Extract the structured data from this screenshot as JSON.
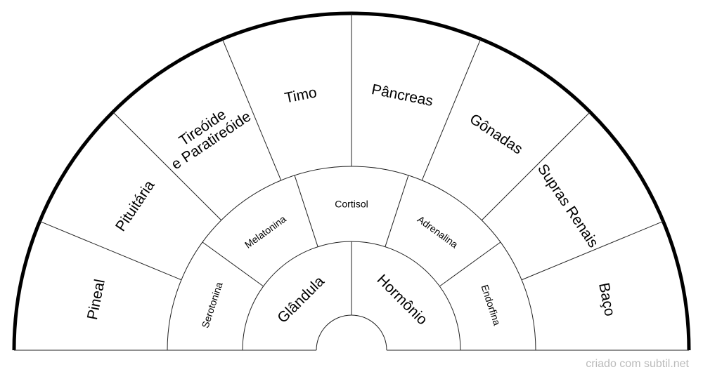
{
  "outer_ring": {
    "labels": [
      "Pineal",
      "Pituitária",
      "Tireóide\ne Paratireóide",
      "Timo",
      "Pâncreas",
      "Gônadas",
      "Supras Renais",
      "Baço"
    ]
  },
  "middle_ring": {
    "labels": [
      "Serotonina",
      "Melatonina",
      "Cortisol",
      "Adrenalina",
      "Endorfina"
    ]
  },
  "inner_ring": {
    "labels": [
      "Glândula",
      "Hormônio"
    ]
  },
  "credit": "criado com subtil.net",
  "colors": {
    "line": "#222222",
    "outer_arc": "#000000",
    "text": "#000000",
    "credit": "#bbbbbb"
  }
}
